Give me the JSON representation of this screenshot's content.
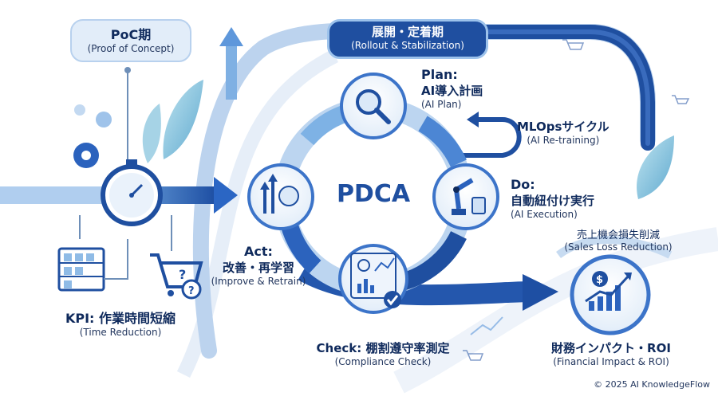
{
  "poc": {
    "title": "PoC期",
    "subtitle": "(Proof of Concept)"
  },
  "rollout": {
    "title": "展開・定着期",
    "subtitle": "(Rollout & Stabilization)"
  },
  "center": {
    "label": "PDCA"
  },
  "plan": {
    "title": "Plan:",
    "title2": "AI導入計画",
    "subtitle": "(AI Plan)"
  },
  "do": {
    "title": "Do:",
    "title2": "自動紐付け実行",
    "subtitle": "(AI Execution)"
  },
  "check": {
    "title": "Check: 棚割遵守率測定",
    "subtitle": "(Compliance Check)"
  },
  "act": {
    "title": "Act:",
    "title2": "改善・再学習",
    "subtitle": "(Improve & Retrain)"
  },
  "mlops": {
    "title": "MLOpsサイクル",
    "subtitle": "(AI Re-training)"
  },
  "kpi": {
    "title": "KPI: 作業時間短縮",
    "subtitle": "(Time Reduction)"
  },
  "sales": {
    "title": "売上機会損失削減",
    "subtitle": "(Sales Loss Reduction)"
  },
  "roi": {
    "title": "財務インパクト・ROI",
    "subtitle": "(Financial Impact & ROI)"
  },
  "footer": {
    "copyright": "© 2025 AI KnowledgeFlow"
  },
  "colors": {
    "navy": "#1f4fa0",
    "accent": "#2b66c4",
    "light": "#dce9f7",
    "text": "#0f2a5c"
  }
}
